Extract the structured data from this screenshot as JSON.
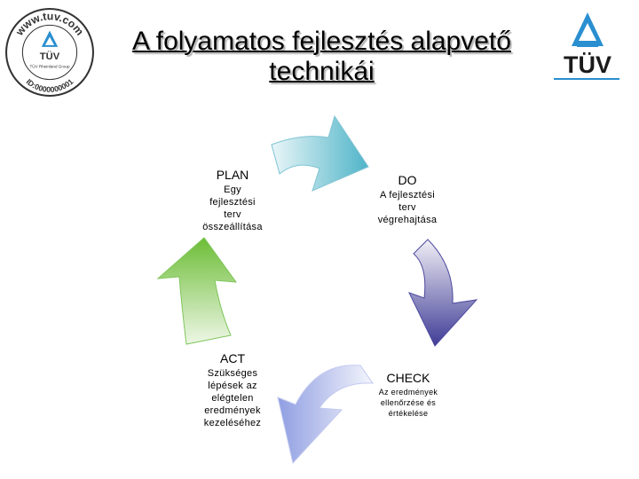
{
  "slide": {
    "title": "A folyamatos fejlesztés alapvető technikái",
    "seal_text": "www.tuv.com",
    "seal_name": "TÜV",
    "seal_group": "TÜV Rheinland Group",
    "seal_id": "ID:0000000001",
    "logo_word": "TÜV",
    "accent_blue": "#2a8fd0"
  },
  "cycle": {
    "plan": {
      "title": "PLAN",
      "desc": [
        "Egy",
        "fejlesztési",
        "terv",
        "összeállítása"
      ]
    },
    "do": {
      "title": "DO",
      "desc": [
        "A fejlesztési",
        "terv",
        "végrehajtása"
      ]
    },
    "check": {
      "title": "CHECK",
      "desc": [
        "Az eredmények",
        "ellenőrzése és",
        "értékelése"
      ]
    },
    "act": {
      "title": "ACT",
      "desc": [
        "Szükséges",
        "lépések az",
        "elégtelen",
        "eredmények",
        "kezeléséhez"
      ]
    },
    "colors": {
      "plan_to_do": "#5ab8cc",
      "do_to_check": "#4d4aa0",
      "check_to_act": "#9aa8e6",
      "act_to_plan": "#74c040"
    }
  }
}
